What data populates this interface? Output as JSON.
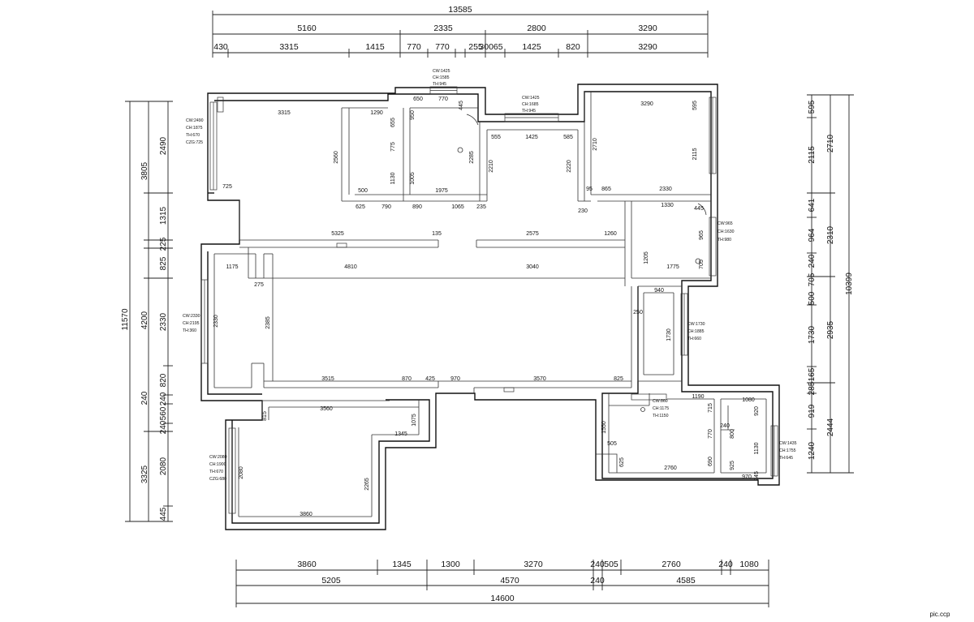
{
  "dimensions": {
    "top_total": "13585",
    "top_row2": [
      "5160",
      "2335",
      "2800",
      "3290"
    ],
    "top_row3": [
      "430",
      "3315",
      "1415",
      "770",
      "770",
      "255",
      "30065",
      "1425",
      "820",
      "3290"
    ],
    "bottom_row1": [
      "3860",
      "1345",
      "1300",
      "3270",
      "240",
      "505",
      "2760",
      "240",
      "1080"
    ],
    "bottom_row2": [
      "5205",
      "4570",
      "240",
      "4585"
    ],
    "bottom_total": "14600",
    "left_outer": [
      "3805",
      "11570"
    ],
    "left_mid": [
      "1315",
      "225",
      "825",
      "4200",
      "3325"
    ],
    "left_inner": [
      "2490",
      "2330",
      "820",
      "240",
      "240",
      "560",
      "240",
      "2080",
      "445"
    ],
    "right_inner": [
      "595",
      "2115",
      "641",
      "964",
      "240",
      "705",
      "500",
      "1730",
      "165",
      "285",
      "919",
      "1240"
    ],
    "right_mid": [
      "2710",
      "2310",
      "2935",
      "2444"
    ],
    "right_total": "10399"
  },
  "room_dims": [
    "3315",
    "1290",
    "655",
    "2560",
    "725",
    "500",
    "775",
    "1130",
    "1005",
    "625",
    "790",
    "890",
    "1065",
    "235",
    "1975",
    "650",
    "770",
    "445",
    "950",
    "2285",
    "555",
    "1425",
    "585",
    "2210",
    "2220",
    "3290",
    "595",
    "2710",
    "2115",
    "865",
    "2330",
    "95",
    "1330",
    "445",
    "230",
    "965",
    "1775",
    "705",
    "1205",
    "5325",
    "135",
    "2575",
    "1260",
    "1175",
    "275",
    "4810",
    "3040",
    "2385",
    "2330",
    "3515",
    "870",
    "425",
    "970",
    "3570",
    "825",
    "940",
    "250",
    "1730",
    "3560",
    "1075",
    "1345",
    "2265",
    "3860",
    "1190",
    "715",
    "1080",
    "920",
    "240",
    "770",
    "800",
    "1130",
    "1550",
    "505",
    "625",
    "2760",
    "690",
    "925",
    "970",
    "245",
    "2080",
    "815"
  ],
  "window_notes": {
    "w1": [
      "CW:2490",
      "CH:1875",
      "TH:670",
      "CZG:725"
    ],
    "w2": [
      "CW:1425",
      "CH:1585",
      "TH:945"
    ],
    "w3": [
      "CW:1425",
      "CH:1685",
      "TH:945"
    ],
    "w4": [
      "CW:965",
      "CH:1630",
      "TH:980"
    ],
    "w5": [
      "CW:2330",
      "CH:2195",
      "TH:360"
    ],
    "w6": [
      "CW:1730",
      "CH:1885",
      "TH:660"
    ],
    "w7": [
      "CW:860",
      "CH:1175",
      "TH:1150"
    ],
    "w8": [
      "CW:2080",
      "CH:1900",
      "TH:670",
      "CZG:680"
    ],
    "w9": [
      "CW:1435",
      "CH:1755",
      "TH:645"
    ]
  },
  "watermark": "pic.ccp"
}
